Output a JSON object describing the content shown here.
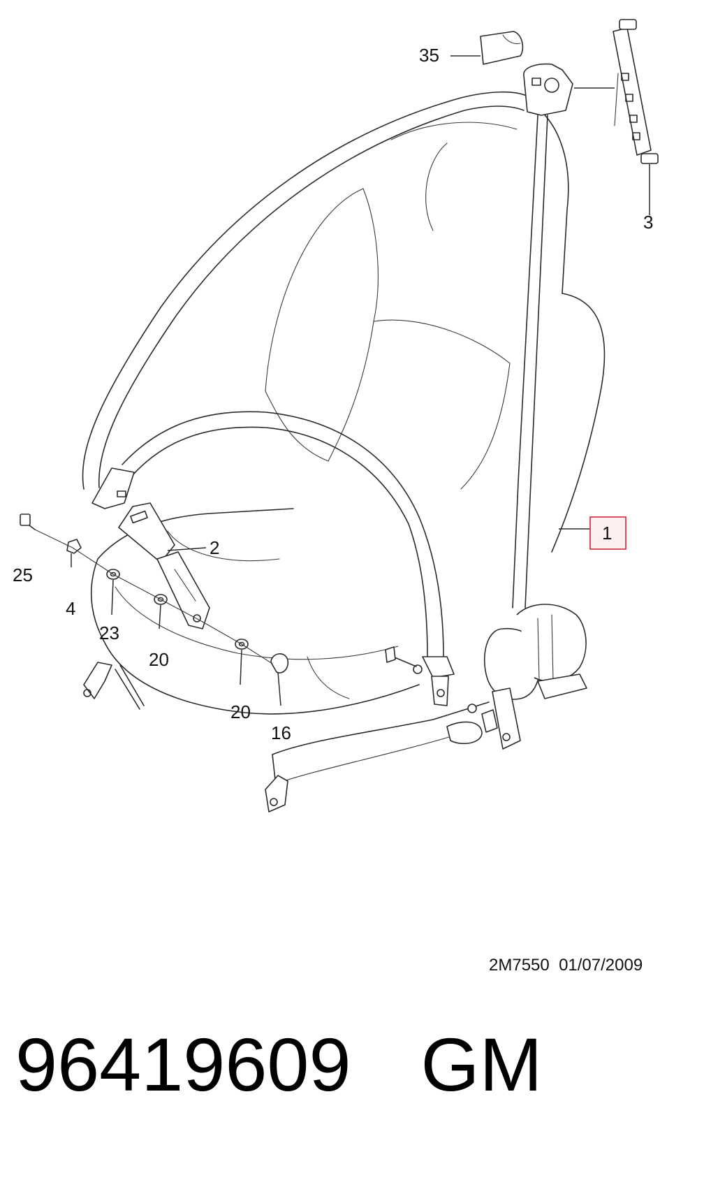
{
  "callouts": [
    {
      "id": "c35",
      "label": "35"
    },
    {
      "id": "c3",
      "label": "3"
    },
    {
      "id": "c1",
      "label": "1",
      "highlighted": true
    },
    {
      "id": "c2",
      "label": "2"
    },
    {
      "id": "c25",
      "label": "25"
    },
    {
      "id": "c4",
      "label": "4"
    },
    {
      "id": "c23",
      "label": "23"
    },
    {
      "id": "c20a",
      "label": "20"
    },
    {
      "id": "c20b",
      "label": "20"
    },
    {
      "id": "c16",
      "label": "16"
    }
  ],
  "drawing_code": "2M7550  01/07/2009",
  "footer": {
    "part_number": "96419609",
    "brand": "GM"
  },
  "colors": {
    "highlight_border": "#d04050",
    "highlight_fill": "#fdeef0"
  }
}
